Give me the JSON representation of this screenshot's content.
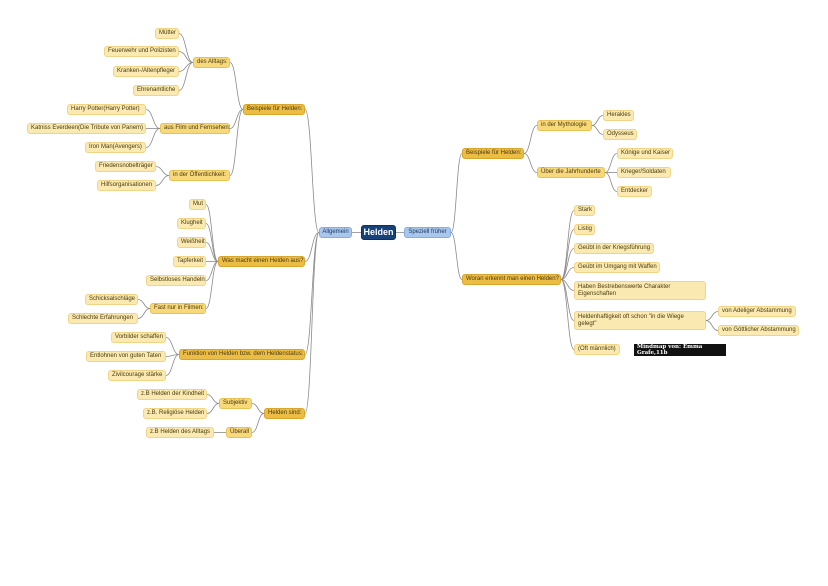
{
  "mindmap": {
    "root": "Helden",
    "left_branch": "Allgemein",
    "right_branch": "Speziell früher",
    "left": {
      "beispiele": {
        "label": "Beispiele für Helden:",
        "alltag": {
          "label": "des Alltags:",
          "items": [
            "Mütter",
            "Feuerwehr und Polizisten",
            "Kranken-/Altenpfleger",
            "Ehrenamtliche"
          ]
        },
        "film": {
          "label": "aus Film und Fernsehen:",
          "items": [
            "Harry Potter(Harry Potter)",
            "Katniss Everdeen(Die Tribute von Panem)",
            "Iron Man(Avengers)"
          ]
        },
        "oeffentlich": {
          "label": "in der Öffentlichkeit:",
          "items": [
            "Friedensnobelträger",
            "Hilfsorganisationen"
          ]
        }
      },
      "macht": {
        "label": "Was macht einen Helden aus?",
        "items": [
          "Mut",
          "Klugheit",
          "Weißheit",
          "Tapferkeit",
          "Selbstloses Handeln"
        ],
        "film": {
          "label": "Fast nur in Filmen:",
          "items": [
            "Schicksalschläge",
            "Schlechte Erfahrungen"
          ]
        }
      },
      "funktion": {
        "label": "Funktion von Helden bzw. dem Heldenstatus:",
        "items": [
          "Vorbilder schaffen",
          "Entlohnen von guten Taten",
          "Zivilcourage stärke"
        ]
      },
      "sind": {
        "label": "Helden sind:",
        "subjektiv": {
          "label": "Subjektiv",
          "items": [
            "z.B Helden der Kindheit",
            "z.B. Religiöse Helden"
          ]
        },
        "ueberall": {
          "label": "Überall",
          "items": [
            "z.B Helden des Alltags"
          ]
        }
      }
    },
    "right": {
      "beispiele": {
        "label": "Beispiele für Helden:",
        "mythologie": {
          "label": "in der Mythologie",
          "items": [
            "Herakles",
            "Odysseus"
          ]
        },
        "jahrhunderte": {
          "label": "Über die Jahrhunderte",
          "items": [
            "Könige und Kaiser",
            "Krieger/Soldaten",
            "Entdecker"
          ]
        }
      },
      "erkennt": {
        "label": "Woran erkennt man einen Helden?",
        "items": [
          "Stark",
          "Listig",
          "Geübt in der Kriegsführung",
          "Geübt im Umgang mit Waffen",
          "Haben Bestrebenswerte Charakter Eigenschaften"
        ],
        "wiege": {
          "label": "Heldenhaftigkeit oft schon \"in die Wiege gelegt\"",
          "items": [
            "von Adeliger Abstammung",
            "von Göttlicher Abstammung"
          ]
        },
        "last": "(Oft männlich)"
      }
    },
    "signature": "Mindmap von: Emma Grafe,11b"
  }
}
